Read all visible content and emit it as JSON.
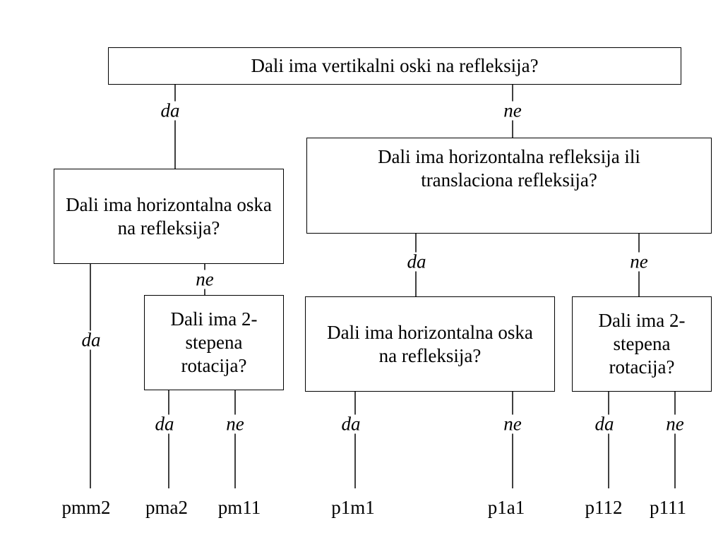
{
  "questions": {
    "q_vertical": "Dali ima vertikalni oski na refleksija?",
    "q_horizontal_left": "Dali ima horizontalna oska na refleksija?",
    "q_glide": "Dali ima horizontalna refleksija ili translaciona refleksija?",
    "q_rotation_left": "Dali ima 2-stepena rotacija?",
    "q_horizontal_mid": "Dali ima horizontalna oska na refleksija?",
    "q_rotation_right": "Dali ima 2-stepena rotacija?"
  },
  "branch_labels": {
    "yes": "da",
    "no": "ne"
  },
  "leaves": {
    "pmm2": "pmm2",
    "pma2": "pma2",
    "pm11": "pm11",
    "p1m1": "p1m1",
    "p1a1": "p1a1",
    "p112": "p112",
    "p111": "p111"
  }
}
